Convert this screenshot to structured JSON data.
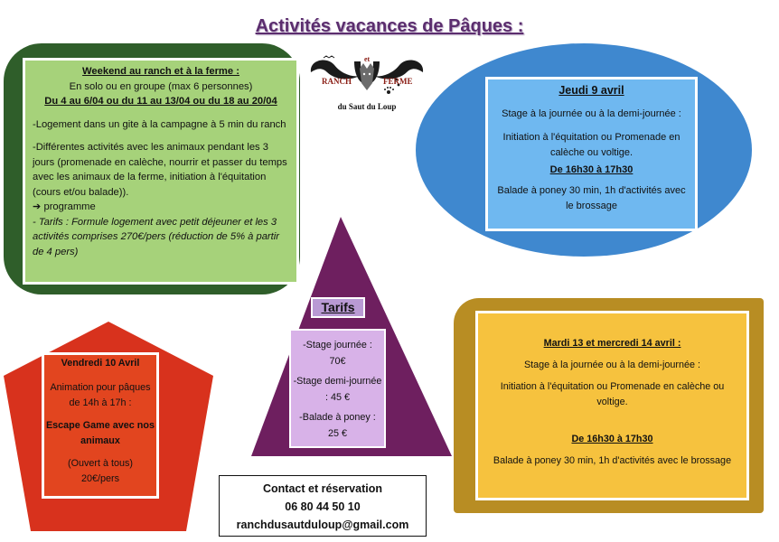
{
  "title": "Activités vacances de Pâques :",
  "logo": {
    "word_left": "RANCH",
    "word_mid": "et",
    "word_right": "FERME",
    "subtitle": "du Saut du Loup"
  },
  "weekend": {
    "heading": "Weekend au  ranch et à la ferme :",
    "group": "En solo ou en groupe (max 6 personnes)",
    "dates": "Du 4 au 6/04 ou du 11 au 13/04 ou du 18 au 20/04",
    "lodging": "-Logement dans un gite à la campagne à 5 min du ranch",
    "activities": "-Différentes activités avec les animaux pendant les 3 jours (promenade en calèche, nourrir et passer du temps avec les animaux de la ferme, initiation à l'équitation (cours et/ou balade)).",
    "programme": "➔ programme",
    "tarifs": "- Tarifs : Formule logement avec petit déjeuner et les 3 activités comprises 270€/pers (réduction de 5% à partir de 4 pers)"
  },
  "jeudi": {
    "heading": "Jeudi 9 avril",
    "stage": "Stage à la journée ou à la demi-journée :",
    "initiation": "Initiation à l'équitation ou Promenade en calèche ou voltige.",
    "time": "De 16h30 à 17h30",
    "balade": "Balade à poney 30 min, 1h d'activités avec le brossage"
  },
  "tarifs": {
    "heading": "Tarifs",
    "stage_journee_label": "-Stage journée :",
    "stage_journee_price": "70€",
    "stage_demi_label": "-Stage demi-journée : 45 €",
    "balade_label": "-Balade à poney :",
    "balade_price": "25 €"
  },
  "vendredi": {
    "heading": "Vendredi 10 Avril",
    "animation": "Animation pour pâques de 14h à 17h :",
    "escape": "Escape Game avec nos animaux",
    "open": "(Ouvert à tous)",
    "price": "20€/pers"
  },
  "mardi": {
    "heading": "Mardi 13 et mercredi 14 avril :",
    "stage": "Stage à la journée ou à la demi-journée :",
    "initiation": "Initiation à l'équitation ou Promenade en calèche ou voltige.",
    "time": "De 16h30 à 17h30",
    "balade": "Balade à poney 30 min, 1h d'activités avec le brossage"
  },
  "contact": {
    "heading": "Contact et réservation",
    "phone": "06 80 44 50 10",
    "email": "ranchdusautduloup@gmail.com"
  },
  "colors": {
    "title": "#5b2d6e",
    "green_frame": "#2f5e2a",
    "green_card": "#a6d27a",
    "blue_ellipse": "#3f88cf",
    "blue_card": "#6fb8f0",
    "triangle": "#6e1f5f",
    "tarifs_card": "#d8b2e8",
    "pentagon": "#d8321d",
    "red_card": "#e2451f",
    "yellow_frame": "#b88d23",
    "yellow_card": "#f6c23e"
  }
}
